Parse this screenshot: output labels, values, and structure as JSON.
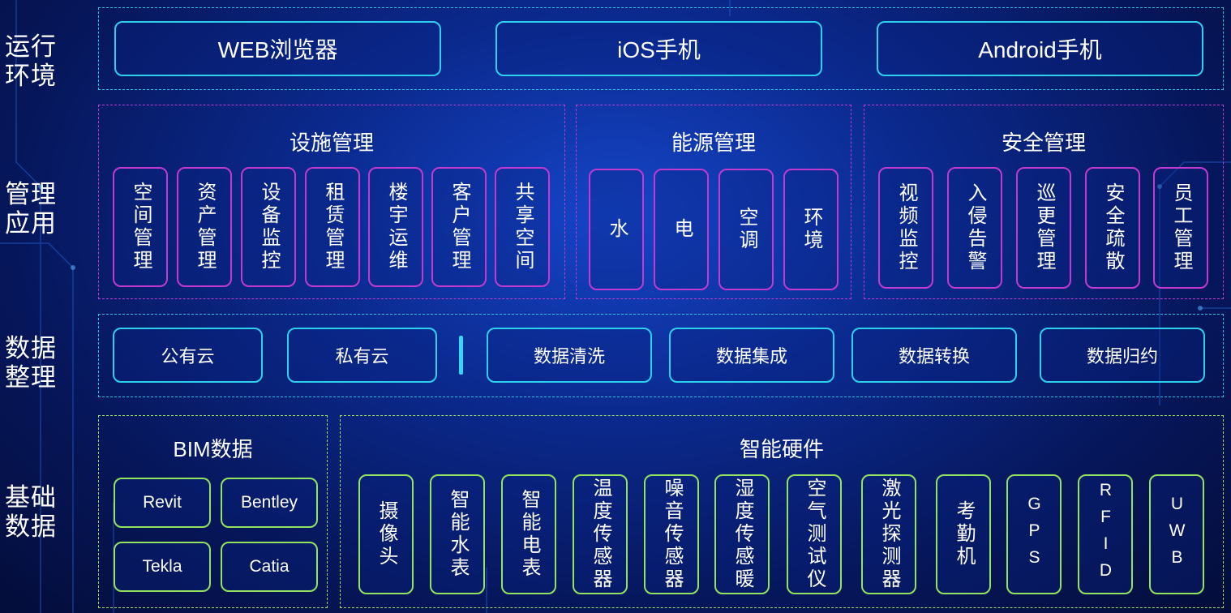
{
  "layers": {
    "runtime": "运行\n环境",
    "apps": "管理\n应用",
    "data": "数据\n整理",
    "base": "基础\n数据"
  },
  "runtime": {
    "items": [
      "WEB浏览器",
      "iOS手机",
      "Android手机"
    ]
  },
  "apps": {
    "facility": {
      "title": "设施管理",
      "items": [
        "空间管理",
        "资产管理",
        "设备监控",
        "租赁管理",
        "楼宇运维",
        "客户管理",
        "共享空间"
      ]
    },
    "energy": {
      "title": "能源管理",
      "items": [
        "水",
        "电",
        "空调",
        "环境"
      ]
    },
    "security": {
      "title": "安全管理",
      "items": [
        "视频监控",
        "入侵告警",
        "巡更管理",
        "安全疏散",
        "员工管理"
      ]
    }
  },
  "data": {
    "items": [
      "公有云",
      "私有云",
      "数据清洗",
      "数据集成",
      "数据转换",
      "数据归约"
    ]
  },
  "base": {
    "bim": {
      "title": "BIM数据",
      "items": [
        "Revit",
        "Bentley",
        "Tekla",
        "Catia"
      ]
    },
    "hardware": {
      "title": "智能硬件",
      "items": [
        "摄像头",
        "智能水表",
        "智能电表",
        "温度传感器",
        "噪音传感器",
        "湿度传感暖",
        "空气测试仪",
        "激光探测器",
        "考勤机",
        "GPS",
        "RFID",
        "UWB"
      ]
    }
  },
  "colors": {
    "cyan": "#27c6e6",
    "magenta": "#c23cd0",
    "green": "#9be05a",
    "background": "#0b2a8f"
  }
}
